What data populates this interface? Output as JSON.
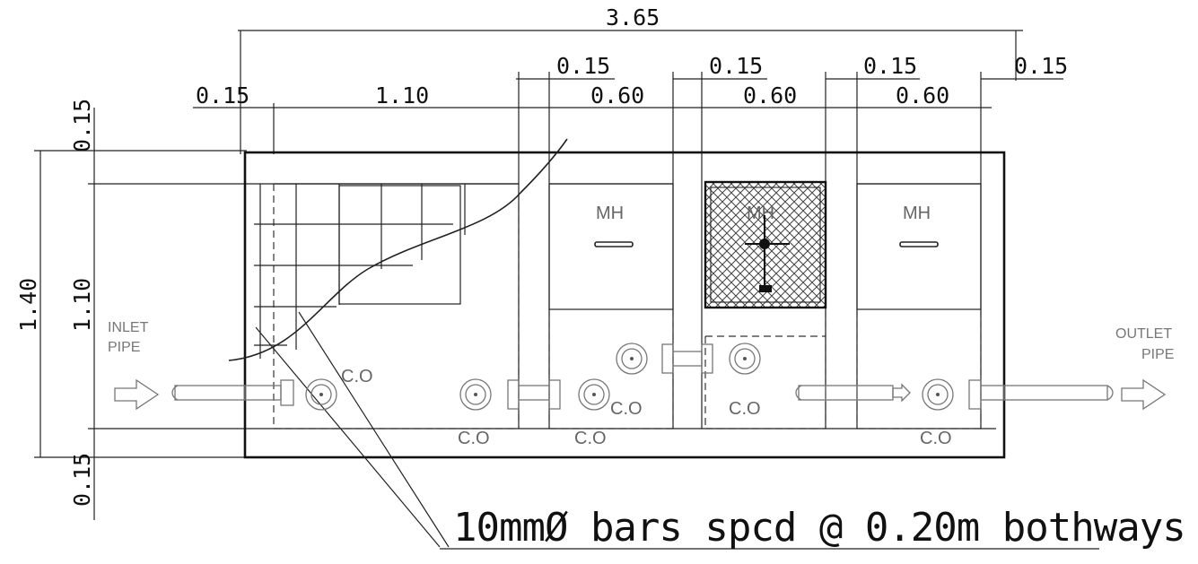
{
  "dimensions": {
    "overall_length": "3.65",
    "wall_left": "0.15",
    "chamber1": "1.10",
    "wall_a": "0.15",
    "chamber2": "0.60",
    "wall_b": "0.15",
    "chamber3": "0.60",
    "wall_c": "0.15",
    "chamber4": "0.60",
    "wall_right": "0.15",
    "overall_height": "1.40",
    "wall_top": "0.15",
    "inner_height": "1.10",
    "wall_bottom": "0.15"
  },
  "labels": {
    "manhole": "MH",
    "inlet_line1": "INLET",
    "inlet_line2": "PIPE",
    "outlet_line1": "OUTLET",
    "outlet_line2": "PIPE",
    "cleanout": "C.O"
  },
  "note": "10mmØ bars spcd @ 0.20m bothways"
}
